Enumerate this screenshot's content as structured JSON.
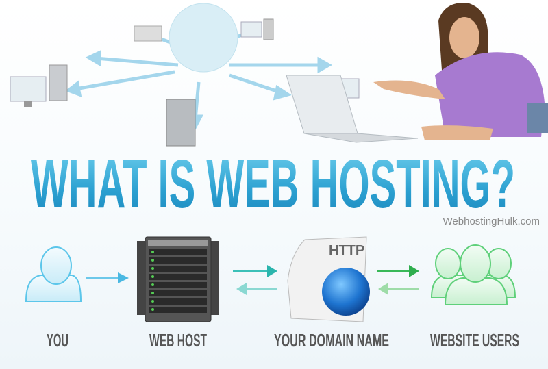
{
  "title": "WHAT IS WEB HOSTING?",
  "brand": "WebhostingHulk.com",
  "document_label": "HTTP",
  "steps": [
    {
      "label": "YOU",
      "icon": "user-icon"
    },
    {
      "label": "WEB HOST",
      "icon": "server-rack-icon"
    },
    {
      "label": "YOUR DOMAIN NAME",
      "icon": "http-globe-document-icon"
    },
    {
      "label": "WEBSITE USERS",
      "icon": "users-group-icon"
    }
  ],
  "colors": {
    "title": "#2a9fd0",
    "you": "#5cc6ea",
    "users": "#5fd07a",
    "labels": "#555555"
  }
}
